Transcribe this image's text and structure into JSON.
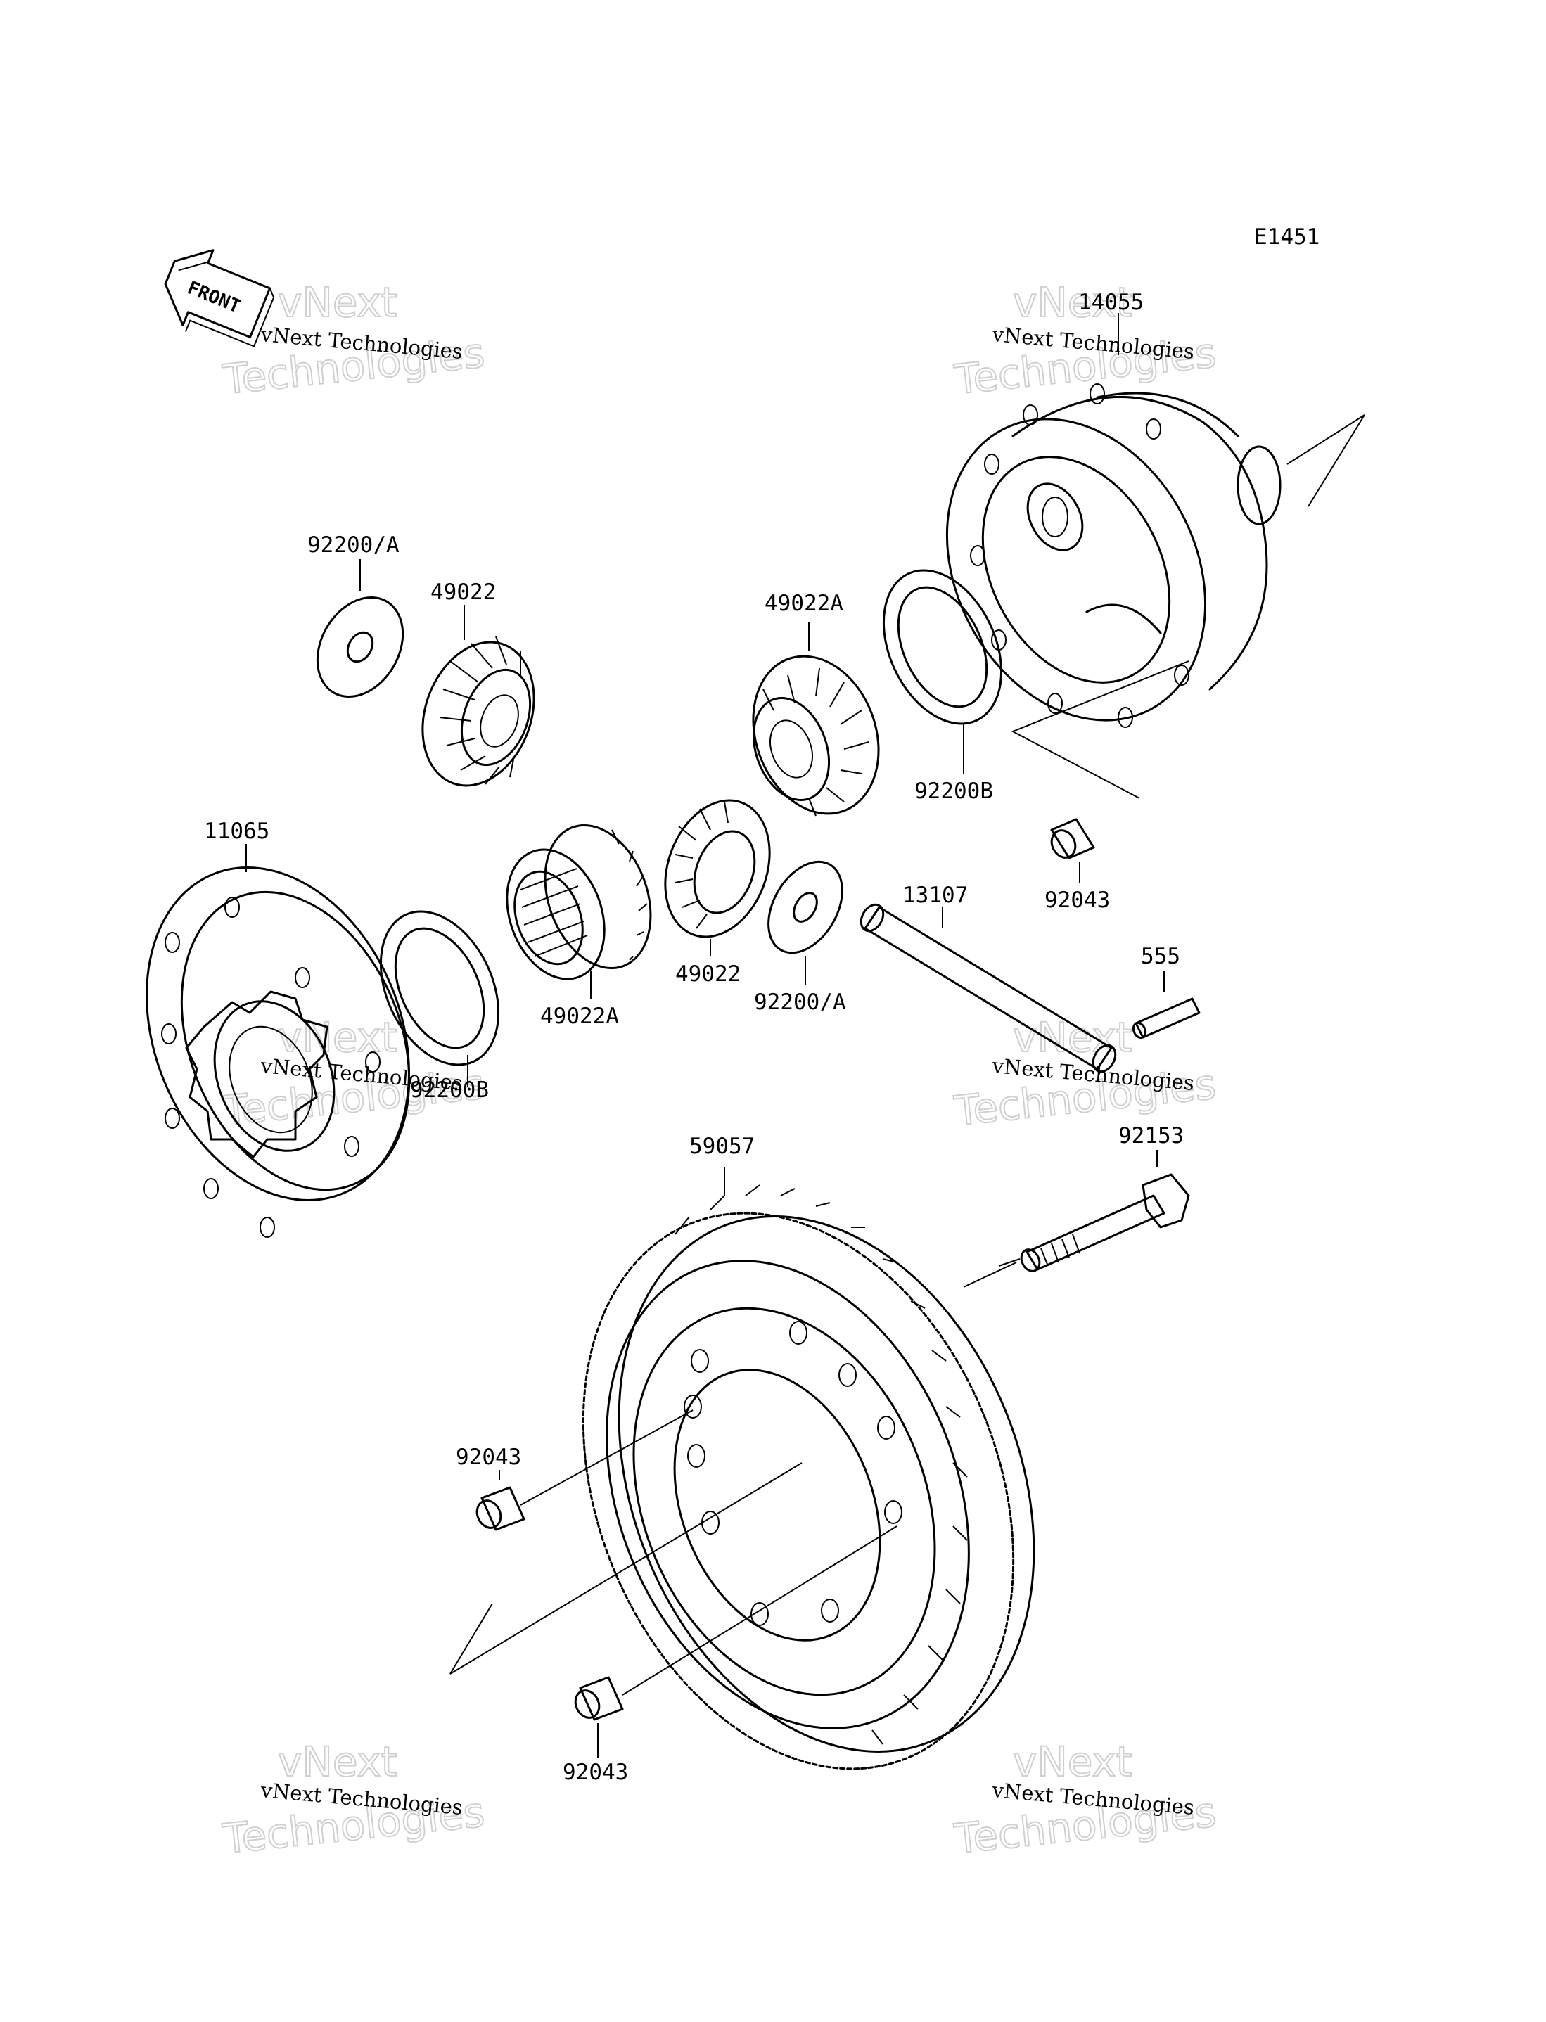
{
  "diagram_code": "E1451",
  "front_label": "FRONT",
  "watermark": {
    "line1": "vNext",
    "line2": "Technologies",
    "small": "vNext Technologies"
  },
  "parts": {
    "p14055": "14055",
    "p92200A_top": "92200/A",
    "p49022_top": "49022",
    "p49022A_top": "49022A",
    "p92200B_right": "92200B",
    "p92043_upper": "92043",
    "p11065": "11065",
    "p13107": "13107",
    "p555": "555",
    "p49022A_mid": "49022A",
    "p49022_mid": "49022",
    "p92200A_mid": "92200/A",
    "p92200B_left": "92200B",
    "p59057": "59057",
    "p92153": "92153",
    "p92043_left": "92043",
    "p92043_bottom": "92043"
  }
}
